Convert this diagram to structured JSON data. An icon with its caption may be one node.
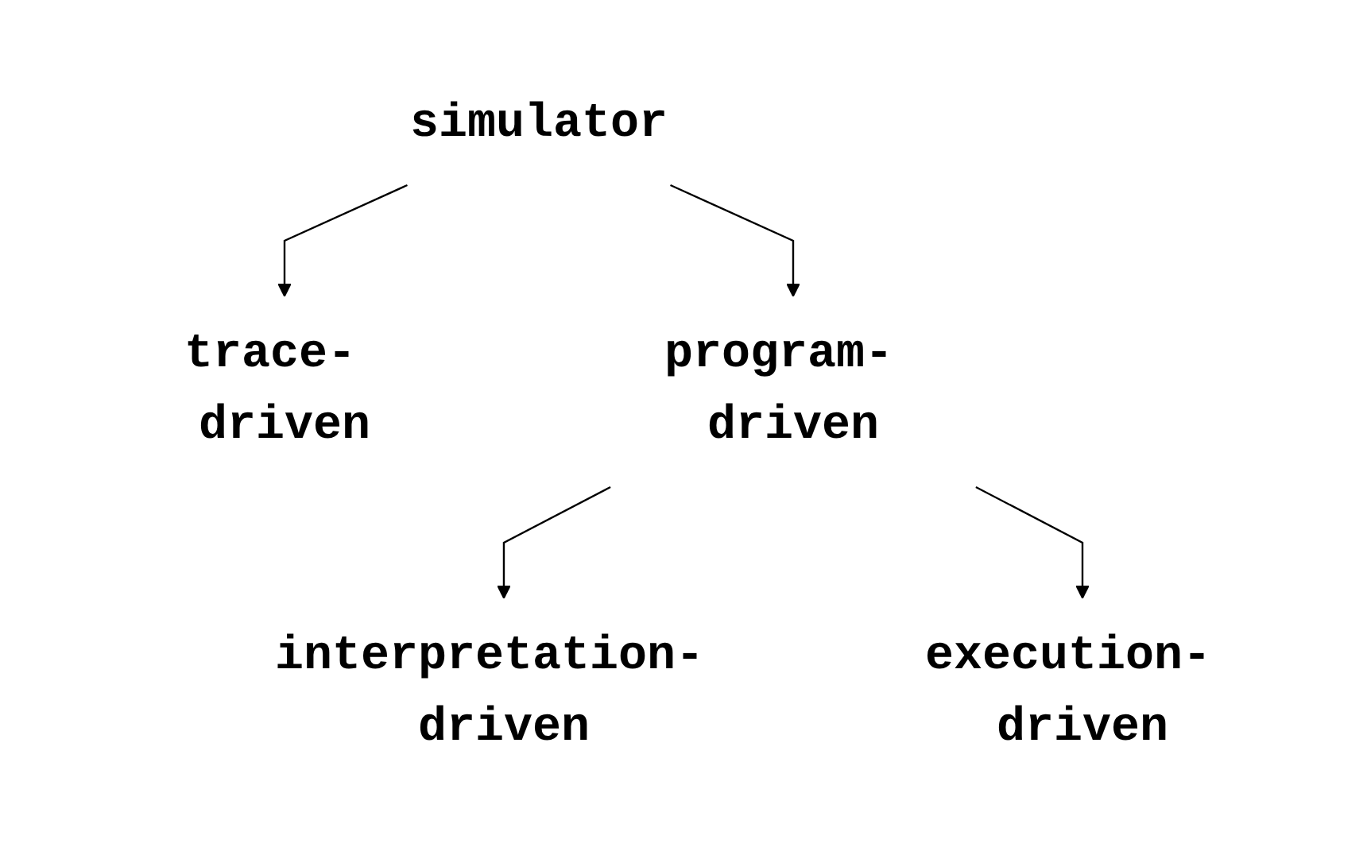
{
  "diagram": {
    "nodes": [
      {
        "text": [
          "simulator"
        ]
      },
      {
        "text": [
          "trace- driven"
        ]
      },
      {
        "text": [
          "program- driven"
        ]
      },
      {
        "text": [
          "interpretation- driven"
        ]
      },
      {
        "text": [
          "execution- driven"
        ]
      }
    ],
    "edges": [
      {
        "from": 0,
        "to": 1,
        "arrow": "to"
      },
      {
        "from": 0,
        "to": 2,
        "arrow": "to"
      },
      {
        "from": 2,
        "to": 3,
        "arrow": "to"
      },
      {
        "from": 2,
        "to": 4,
        "arrow": "to"
      }
    ]
  }
}
